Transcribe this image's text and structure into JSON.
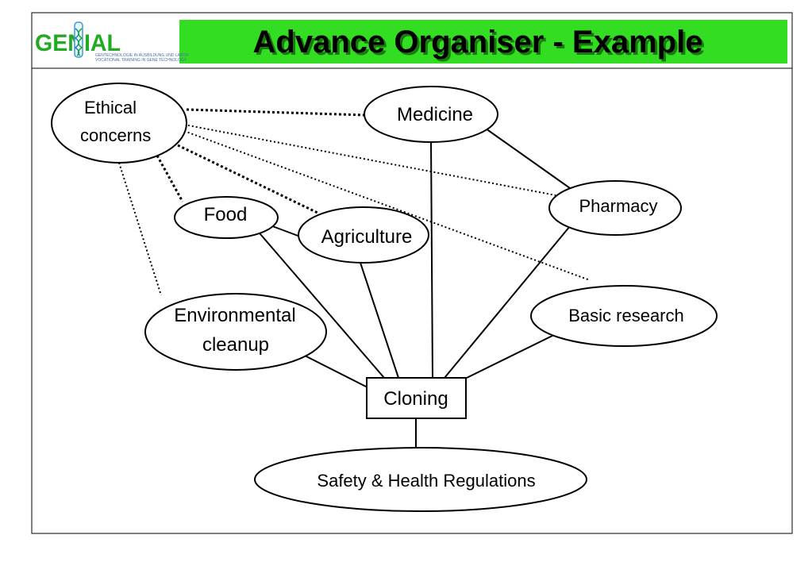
{
  "header": {
    "title": "Advance Organiser - Example",
    "logo": {
      "wordmark": "GENIAL",
      "tagline_1": "GENTECHNOLOGIE IN AUSBILDUNG UND LABOR",
      "tagline_2": "VOCATIONAL TRAINING IN GENE TECHNOLOGY"
    },
    "colors": {
      "title_bar": "#33dd22",
      "wordmark": "#22aa22",
      "title_text": "#000000"
    }
  },
  "diagram": {
    "nodes": {
      "ethical": {
        "line1": "Ethical",
        "line2": "concerns"
      },
      "medicine": {
        "label": "Medicine"
      },
      "pharmacy": {
        "label": "Pharmacy"
      },
      "food": {
        "label": "Food"
      },
      "agriculture": {
        "label": "Agriculture"
      },
      "environmental": {
        "line1": "Environmental",
        "line2": "cleanup"
      },
      "basic_research": {
        "label": "Basic research"
      },
      "cloning": {
        "label": "Cloning"
      },
      "safety": {
        "label": "Safety & Health Regulations"
      }
    },
    "edges_solid": [
      [
        "medicine",
        "pharmacy"
      ],
      [
        "medicine",
        "cloning"
      ],
      [
        "food",
        "agriculture"
      ],
      [
        "food",
        "cloning"
      ],
      [
        "agriculture",
        "cloning"
      ],
      [
        "pharmacy",
        "cloning"
      ],
      [
        "environmental",
        "cloning"
      ],
      [
        "basic_research",
        "cloning"
      ],
      [
        "cloning",
        "safety"
      ]
    ],
    "edges_dotted": [
      [
        "ethical",
        "medicine"
      ],
      [
        "ethical",
        "food"
      ],
      [
        "ethical",
        "agriculture"
      ],
      [
        "ethical",
        "pharmacy"
      ],
      [
        "ethical",
        "basic_research"
      ],
      [
        "ethical",
        "environmental"
      ]
    ]
  }
}
